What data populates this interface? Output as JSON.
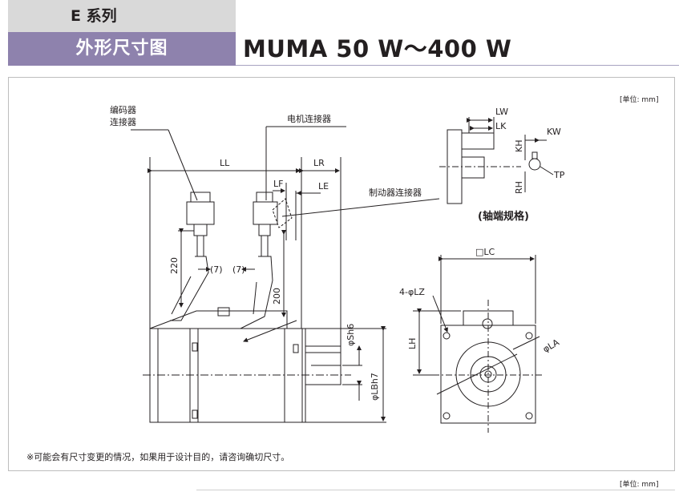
{
  "header": {
    "series": "E 系列",
    "section_title": "外形尺寸图",
    "model_title": "MUMA 50 W～400 W"
  },
  "unit_note": "[单位: mm]",
  "unit_note_bottom": "[单位: mm]",
  "side_view": {
    "encoder_connector": [
      "编码器",
      "连接器"
    ],
    "motor_connector": "电机连接器",
    "brake_connector": "制动器连接器",
    "dims": {
      "LL": "LL",
      "LR": "LR",
      "LF": "LF",
      "LE": "LE",
      "cable_220": "220",
      "cable_200": "200",
      "gap_left": "(7)",
      "gap_right": "(7)",
      "shaft_dia": "φSh6",
      "spigot_dia": "φLBh7"
    }
  },
  "shaft_end": {
    "title": "(轴端规格)",
    "dims": {
      "LW": "LW",
      "LK": "LK",
      "KW": "KW",
      "KH": "KH",
      "RH": "RH",
      "TP": "TP"
    }
  },
  "front_view": {
    "dims": {
      "LC": "□LC",
      "LZ": "4-φLZ",
      "LH": "LH",
      "LA": "φLA"
    }
  },
  "footnote": "※可能会有尺寸变更的情况，如果用于设计目的，请咨询确切尺寸。"
}
